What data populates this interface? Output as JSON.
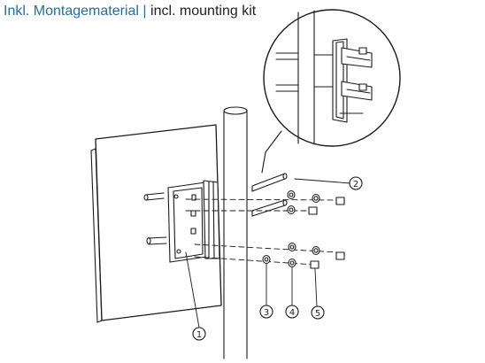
{
  "header": {
    "title_de": "Inkl. Montagematerial",
    "separator": "|",
    "title_en": "incl. mounting kit"
  },
  "callouts": [
    {
      "id": "1",
      "label": "1"
    },
    {
      "id": "2",
      "label": "2"
    },
    {
      "id": "3",
      "label": "3"
    },
    {
      "id": "4",
      "label": "4"
    },
    {
      "id": "5",
      "label": "5"
    }
  ],
  "colors": {
    "title_accent": "#1f6ea7",
    "title_text": "#222222",
    "line": "#1a1a1a"
  }
}
